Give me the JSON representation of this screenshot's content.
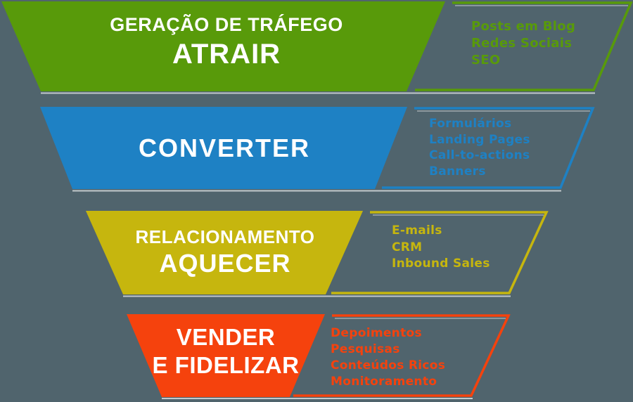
{
  "background_color": "#50646d",
  "title_text_color": "#ffffff",
  "rows": [
    {
      "name": "atrair",
      "color": "#589a0a",
      "title_lines": [
        "GERAÇÃO DE TRÁFEGO",
        "ATRAIR"
      ],
      "items": [
        "Posts em Blog",
        "Redes Sociais",
        "SEO"
      ]
    },
    {
      "name": "converter",
      "color": "#1e81c4",
      "title_lines": [
        "CONVERTER"
      ],
      "items": [
        "Formulários",
        "Landing Pages",
        "Call-to-actions",
        "Banners"
      ]
    },
    {
      "name": "aquecer",
      "color": "#c6b60e",
      "title_lines": [
        "RELACIONAMENTO",
        "AQUECER"
      ],
      "items": [
        "E-mails",
        "CRM",
        "Inbound Sales"
      ]
    },
    {
      "name": "vender",
      "color": "#f5420d",
      "title_lines": [
        "VENDER",
        "E FIDELIZAR"
      ],
      "items": [
        "Depoimentos",
        "Pesquisas",
        "Conteúdos Ricos",
        "Monitoramento"
      ]
    }
  ]
}
